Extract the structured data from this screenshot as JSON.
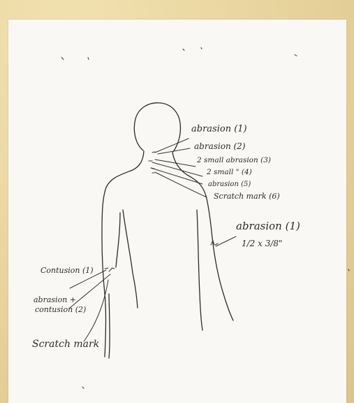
{
  "labels": {
    "upper": [
      "abrasion (1)",
      "abrasion (2)",
      "2 small abrasion (3)",
      "2 small   \"   (4)",
      "abrasion (5)",
      "Scratch mark (6)"
    ],
    "arm_abrasion": "abrasion (1)",
    "arm_size": "1/2 x 3/8\"",
    "left": [
      "Contusion (1)",
      "abrasion +",
      "contusion (2)"
    ],
    "scratch_bottom": "Scratch mark"
  },
  "colors": {
    "paper": "#f9f8f5",
    "mat": "#e6d19a",
    "ink": "#2b2b2b"
  }
}
